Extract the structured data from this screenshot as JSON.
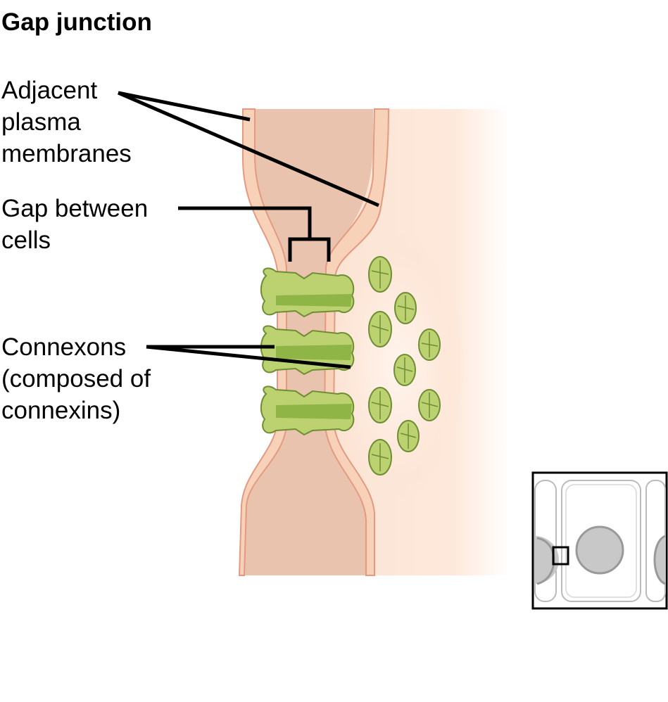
{
  "title": "Gap junction",
  "labels": {
    "membranes": [
      "Adjacent",
      "plasma",
      "membranes"
    ],
    "gap": [
      "Gap between",
      "cells"
    ],
    "connexons": [
      "Connexons",
      "(composed of",
      "connexins)"
    ]
  },
  "colors": {
    "gap_fill": "#e9c3ae",
    "membrane_fill": "#f7d1b8",
    "membrane_edge": "#e39a80",
    "cytoplasm": "#fce4d4",
    "connexon_light": "#bcd170",
    "connexon_dark": "#8eb545",
    "connexon_edge": "#6f8d35",
    "inset_nucleus": "#c8c8c8"
  }
}
